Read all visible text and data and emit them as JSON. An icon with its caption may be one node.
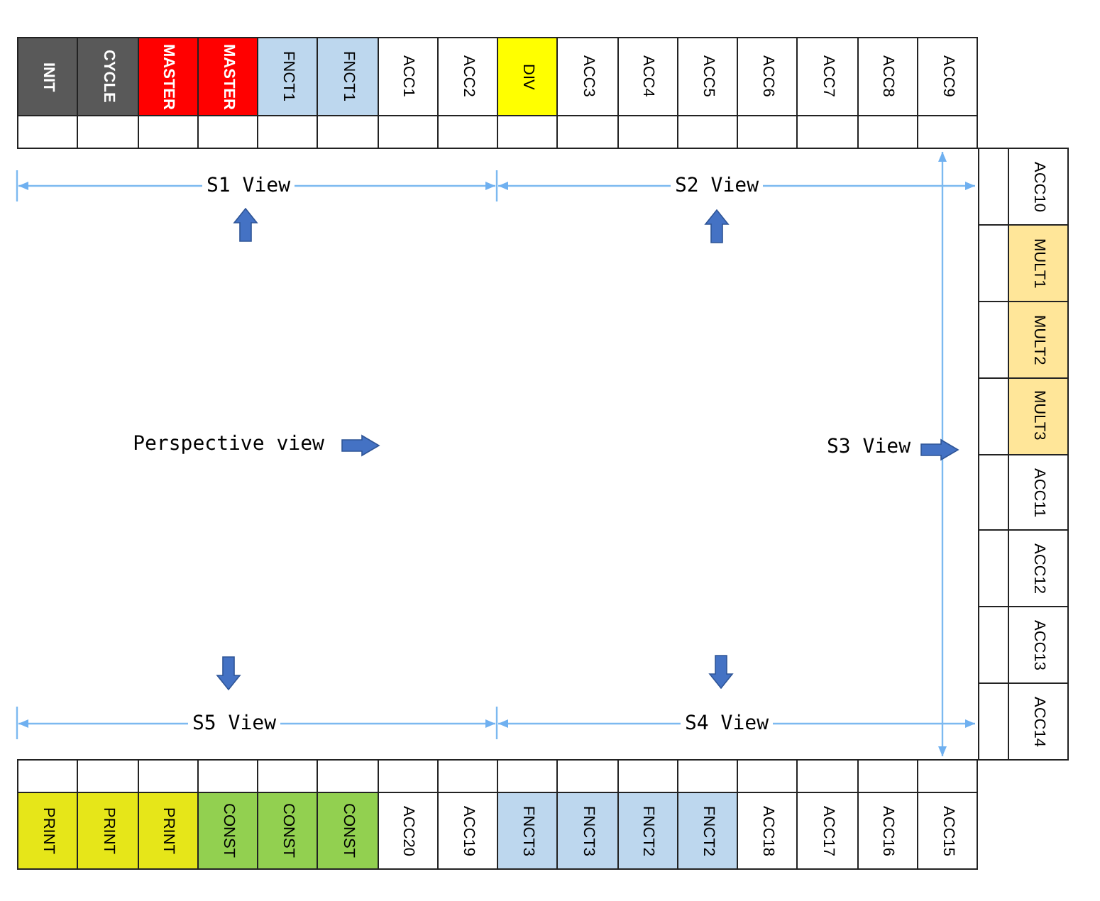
{
  "diagram": {
    "nodes": [
      {
        "text": [
          "INIT"
        ]
      },
      {
        "text": [
          "CYCLE"
        ]
      },
      {
        "text": [
          "MASTER"
        ]
      },
      {
        "text": [
          "MASTER"
        ]
      },
      {
        "text": [
          "FNCT1"
        ]
      },
      {
        "text": [
          "FNCT1"
        ]
      },
      {
        "text": [
          "ACC1"
        ]
      },
      {
        "text": [
          "ACC2"
        ]
      },
      {
        "text": [
          "DIV"
        ]
      },
      {
        "text": [
          "ACC3"
        ]
      },
      {
        "text": [
          "ACC4"
        ]
      },
      {
        "text": [
          "ACC5"
        ]
      },
      {
        "text": [
          "ACC6"
        ]
      },
      {
        "text": [
          "ACC7"
        ]
      },
      {
        "text": [
          "ACC8"
        ]
      },
      {
        "text": [
          "ACC9"
        ]
      },
      {
        "text": [
          "ACC10"
        ]
      },
      {
        "text": [
          "MULT1"
        ]
      },
      {
        "text": [
          "MULT2"
        ]
      },
      {
        "text": [
          "MULT3"
        ]
      },
      {
        "text": [
          "ACC11"
        ]
      },
      {
        "text": [
          "ACC12"
        ]
      },
      {
        "text": [
          "ACC13"
        ]
      },
      {
        "text": [
          "ACC14"
        ]
      },
      {
        "text": [
          "PRINT"
        ]
      },
      {
        "text": [
          "PRINT"
        ]
      },
      {
        "text": [
          "PRINT"
        ]
      },
      {
        "text": [
          "CONST"
        ]
      },
      {
        "text": [
          "CONST"
        ]
      },
      {
        "text": [
          "CONST"
        ]
      },
      {
        "text": [
          "ACC20"
        ]
      },
      {
        "text": [
          "ACC19"
        ]
      },
      {
        "text": [
          "FNCT3"
        ]
      },
      {
        "text": [
          "FNCT3"
        ]
      },
      {
        "text": [
          "FNCT2"
        ]
      },
      {
        "text": [
          "FNCT2"
        ]
      },
      {
        "text": [
          "ACC18"
        ]
      },
      {
        "text": [
          "ACC17"
        ]
      },
      {
        "text": [
          "ACC16"
        ]
      },
      {
        "text": [
          "ACC15"
        ]
      }
    ],
    "edges": [],
    "labels": [
      "S1 View",
      "S2 View",
      "Perspective view",
      "S3 View",
      "S5 View",
      "S4 View"
    ]
  }
}
